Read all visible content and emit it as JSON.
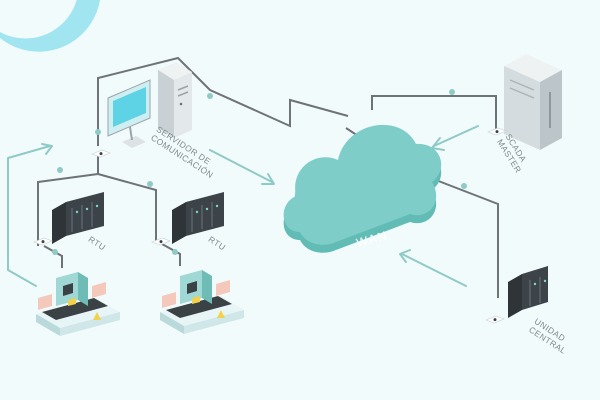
{
  "diagram": {
    "nodes": {
      "servidor": {
        "label": "SERVIDOR DE\nCOMUNICACIÓN"
      },
      "rtu_1": {
        "label": "RTU"
      },
      "rtu_2": {
        "label": "RTU"
      },
      "wan": {
        "label": "WAN"
      },
      "scada": {
        "label": "SCADA\nMASTER"
      },
      "unidad": {
        "label": "UNIDAD\nCENTRAL"
      }
    }
  },
  "colors": {
    "background": "#f2fbfc",
    "accent_cyan": "#5ed3e6",
    "cloud": "#7ecdc9",
    "cable": "#6e7378",
    "arrow": "#8fcac6"
  },
  "icons": [
    "monitor",
    "server-tower",
    "rtu-rack",
    "cloud",
    "conveyor-machine",
    "network-outlet",
    "arrow"
  ]
}
